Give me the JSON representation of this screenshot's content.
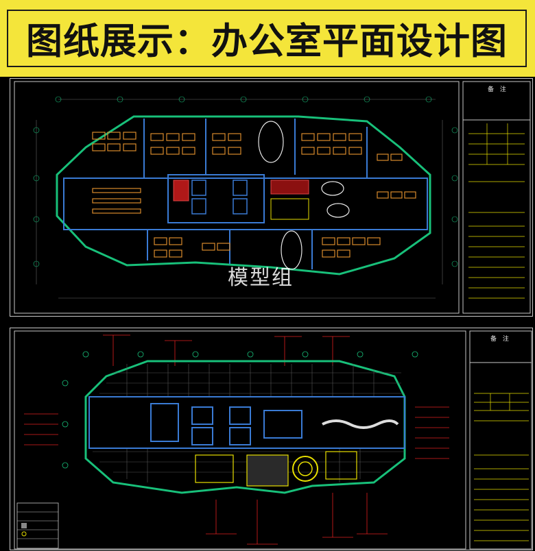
{
  "banner": {
    "title": "图纸展示：办公室平面设计图",
    "background": "#f4e53a"
  },
  "watermark": {
    "text": "模型组"
  },
  "sheets": [
    {
      "title_block_heading": "备 注"
    },
    {
      "title_block_heading": "备 注"
    }
  ],
  "colors": {
    "outline": "#18c07a",
    "wall": "#3a7bd5",
    "furniture": "#d98a2b",
    "annotation": "#e02020",
    "frame": "#c9c9c9",
    "titleblock": "#e8e000"
  }
}
